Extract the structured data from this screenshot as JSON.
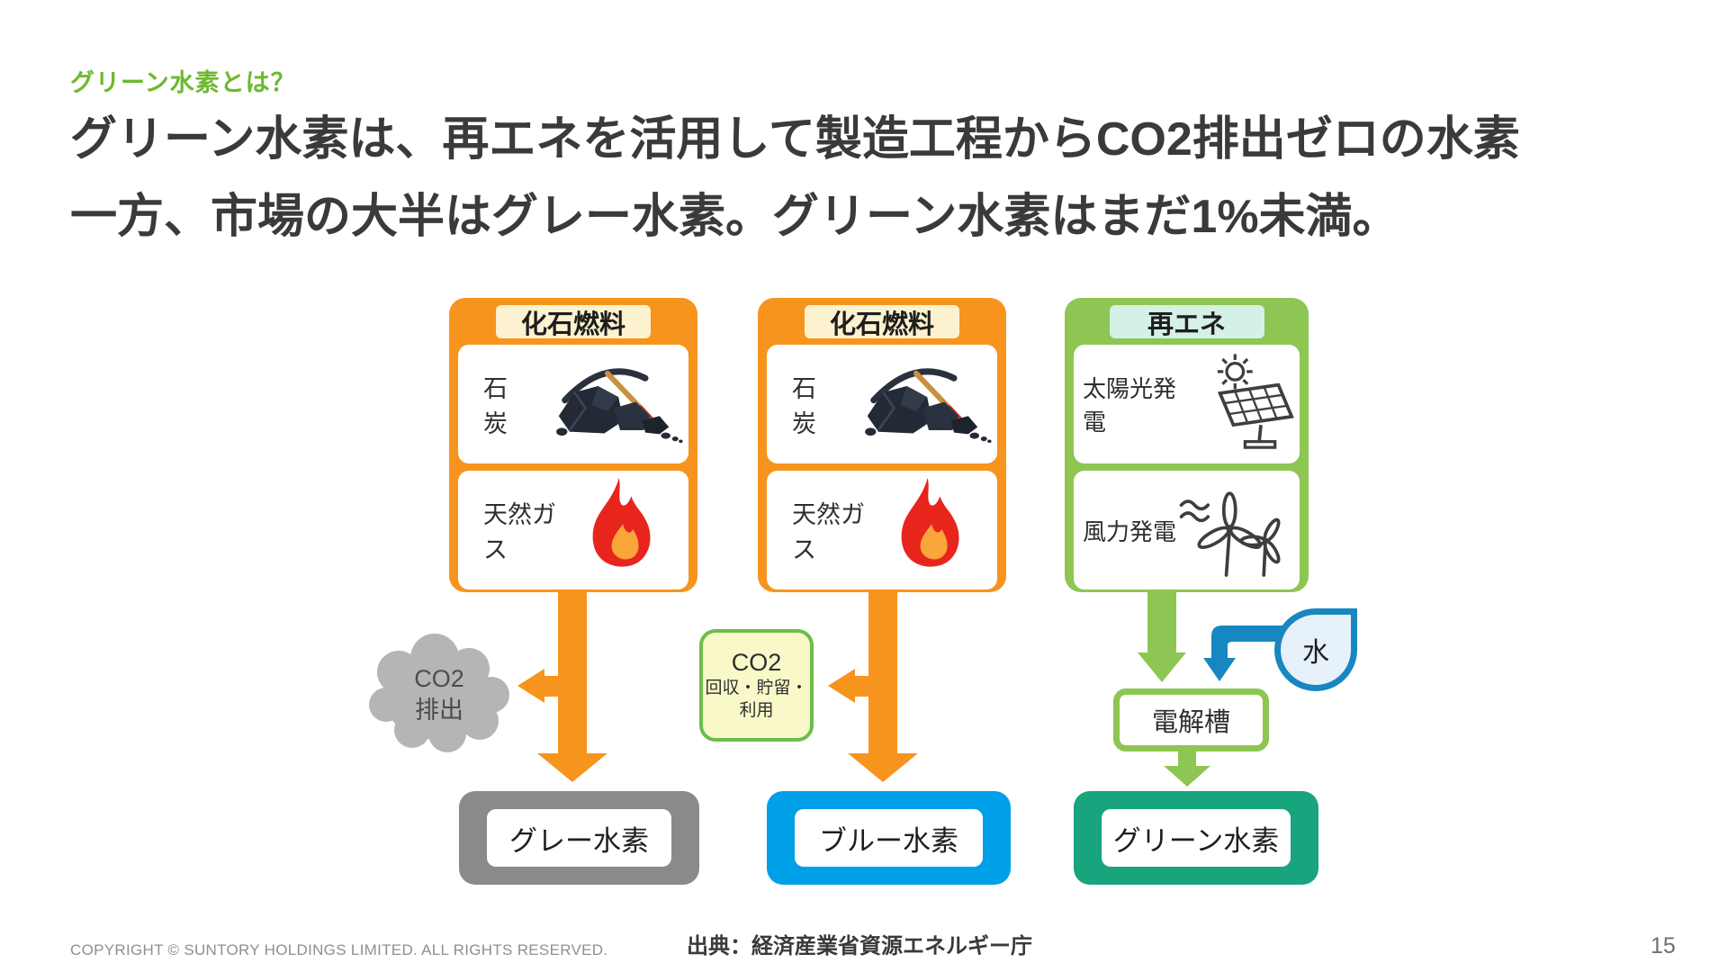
{
  "slide": {
    "kicker": "グリーン水素とは？",
    "title_lines": [
      "グリーン水素は、再エネを活用して製造工程からCO2排出ゼロの水素",
      "一方、市場の大半はグレー水素。グリーン水素はまだ1%未満。"
    ],
    "footer": {
      "copyright": "COPYRIGHT © SUNTORY HOLDINGS LIMITED. ALL RIGHTS RESERVED.",
      "source": "出典：経済産業省資源エネルギー庁",
      "page_number": "15"
    }
  },
  "diagram": {
    "columns": [
      {
        "id": "grey-hydrogen-path",
        "header": "化石燃料",
        "rows": [
          {
            "label": "石炭",
            "icon": "coal-icon"
          },
          {
            "label": "天然ガス",
            "icon": "flame-icon"
          }
        ],
        "byproduct": {
          "shape": "cloud",
          "lines": [
            "CO2",
            "排出"
          ]
        },
        "result": "グレー水素"
      },
      {
        "id": "blue-hydrogen-path",
        "header": "化石燃料",
        "rows": [
          {
            "label": "石炭",
            "icon": "coal-icon"
          },
          {
            "label": "天然ガス",
            "icon": "flame-icon"
          }
        ],
        "byproduct": {
          "shape": "rounded-box",
          "lines": [
            "CO2",
            "回収・貯留・",
            "利用"
          ]
        },
        "result": "ブルー水素"
      },
      {
        "id": "green-hydrogen-path",
        "header": "再エネ",
        "rows": [
          {
            "label": "太陽光発電",
            "icon": "solar-panel-icon"
          },
          {
            "label": "風力発電",
            "icon": "wind-turbine-icon"
          }
        ],
        "water": {
          "label": "水"
        },
        "electrolyzer": {
          "label": "電解槽"
        },
        "result": "グリーン水素"
      }
    ]
  },
  "colors": {
    "kicker_green": "#6cb92e",
    "title_text": "#3a3a3a",
    "fossil_orange": "#f7941d",
    "renewable_green": "#8dc653",
    "header_cream": "#fcf2cf",
    "header_mint": "#d5f0e4",
    "cloud_gray": "#b5b5b5",
    "grey_hydrogen_box": "#8a8a8a",
    "blue_hydrogen_box": "#00a0e9",
    "green_hydrogen_box": "#18a47c",
    "capture_yellow": "#f8f8c9",
    "capture_border_green": "#6cbe4b",
    "water_blue": "#1787c1",
    "water_fill": "#e7f1f9"
  }
}
